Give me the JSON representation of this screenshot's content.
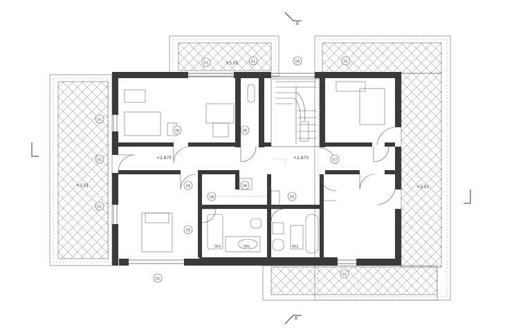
{
  "plan": {
    "elevation_main": "+2,875",
    "elevation_terrace": "+3,01",
    "section_mark": "B",
    "wc_labels": [
      "001",
      "001",
      "001"
    ],
    "room_tags": [
      "01",
      "01",
      "01",
      "01",
      "01",
      "01",
      "01",
      "01",
      "05",
      "05",
      "06",
      "06",
      "06",
      "06",
      "07",
      "08",
      "09"
    ]
  },
  "colors": {
    "wall": "#3a3a3a",
    "line": "#555555",
    "hatch": "#9a9a9a",
    "background": "#ffffff"
  }
}
